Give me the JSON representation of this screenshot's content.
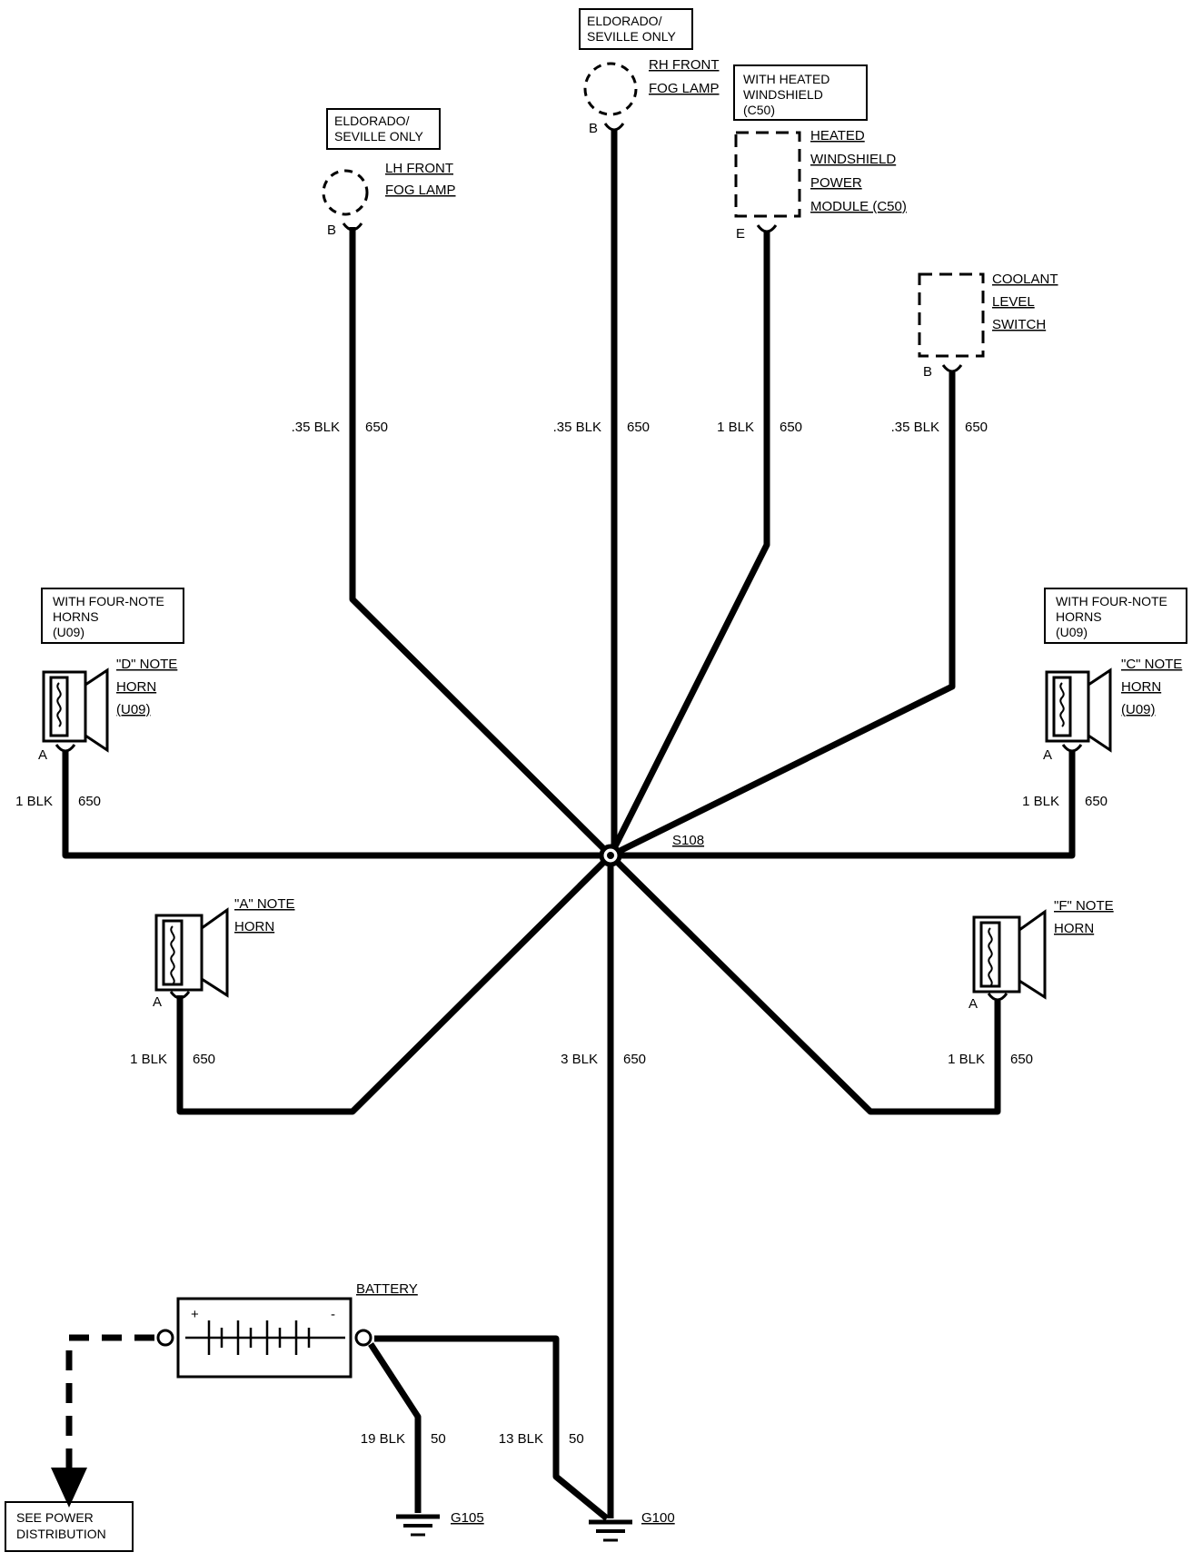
{
  "components": {
    "lh_fog": {
      "note": "ELDORADO/|SEVILLE ONLY",
      "name": "LH FRONT|FOG LAMP",
      "pin": "B"
    },
    "rh_fog": {
      "note": "ELDORADO/|SEVILLE ONLY",
      "name": "RH FRONT|FOG LAMP",
      "pin": "B"
    },
    "hwpm": {
      "note": "WITH HEATED|WINDSHIELD|(C50)",
      "name": "HEATED|WINDSHIELD|POWER|MODULE (C50)",
      "pin": "E"
    },
    "coolant": {
      "name": "COOLANT|LEVEL|SWITCH",
      "pin": "B"
    },
    "d_horn": {
      "note": "WITH FOUR-NOTE|HORNS|(U09)",
      "name": "\"D\" NOTE|HORN|(U09)",
      "pin": "A"
    },
    "c_horn": {
      "note": "WITH FOUR-NOTE|HORNS|(U09)",
      "name": "\"C\" NOTE|HORN|(U09)",
      "pin": "A"
    },
    "a_horn": {
      "name": "\"A\" NOTE|HORN",
      "pin": "A"
    },
    "f_horn": {
      "name": "\"F\" NOTE|HORN",
      "pin": "A"
    },
    "battery": {
      "name": "BATTERY",
      "plus": "+",
      "minus": "-"
    },
    "splice": {
      "name": "S108"
    },
    "g105": {
      "name": "G105"
    },
    "g100": {
      "name": "G100"
    },
    "power_dist": {
      "name": "SEE POWER|DISTRIBUTION"
    }
  },
  "wires": {
    "lh_fog": {
      "gauge": ".35 BLK",
      "circuit": "650"
    },
    "rh_fog": {
      "gauge": ".35 BLK",
      "circuit": "650"
    },
    "hwpm": {
      "gauge": "1 BLK",
      "circuit": "650"
    },
    "coolant": {
      "gauge": ".35 BLK",
      "circuit": "650"
    },
    "d_horn": {
      "gauge": "1 BLK",
      "circuit": "650"
    },
    "c_horn": {
      "gauge": "1 BLK",
      "circuit": "650"
    },
    "a_horn": {
      "gauge": "1 BLK",
      "circuit": "650"
    },
    "f_horn": {
      "gauge": "1 BLK",
      "circuit": "650"
    },
    "main": {
      "gauge": "3 BLK",
      "circuit": "650"
    },
    "g105": {
      "gauge": "19 BLK",
      "circuit": "50"
    },
    "g100": {
      "gauge": "13 BLK",
      "circuit": "50"
    }
  }
}
